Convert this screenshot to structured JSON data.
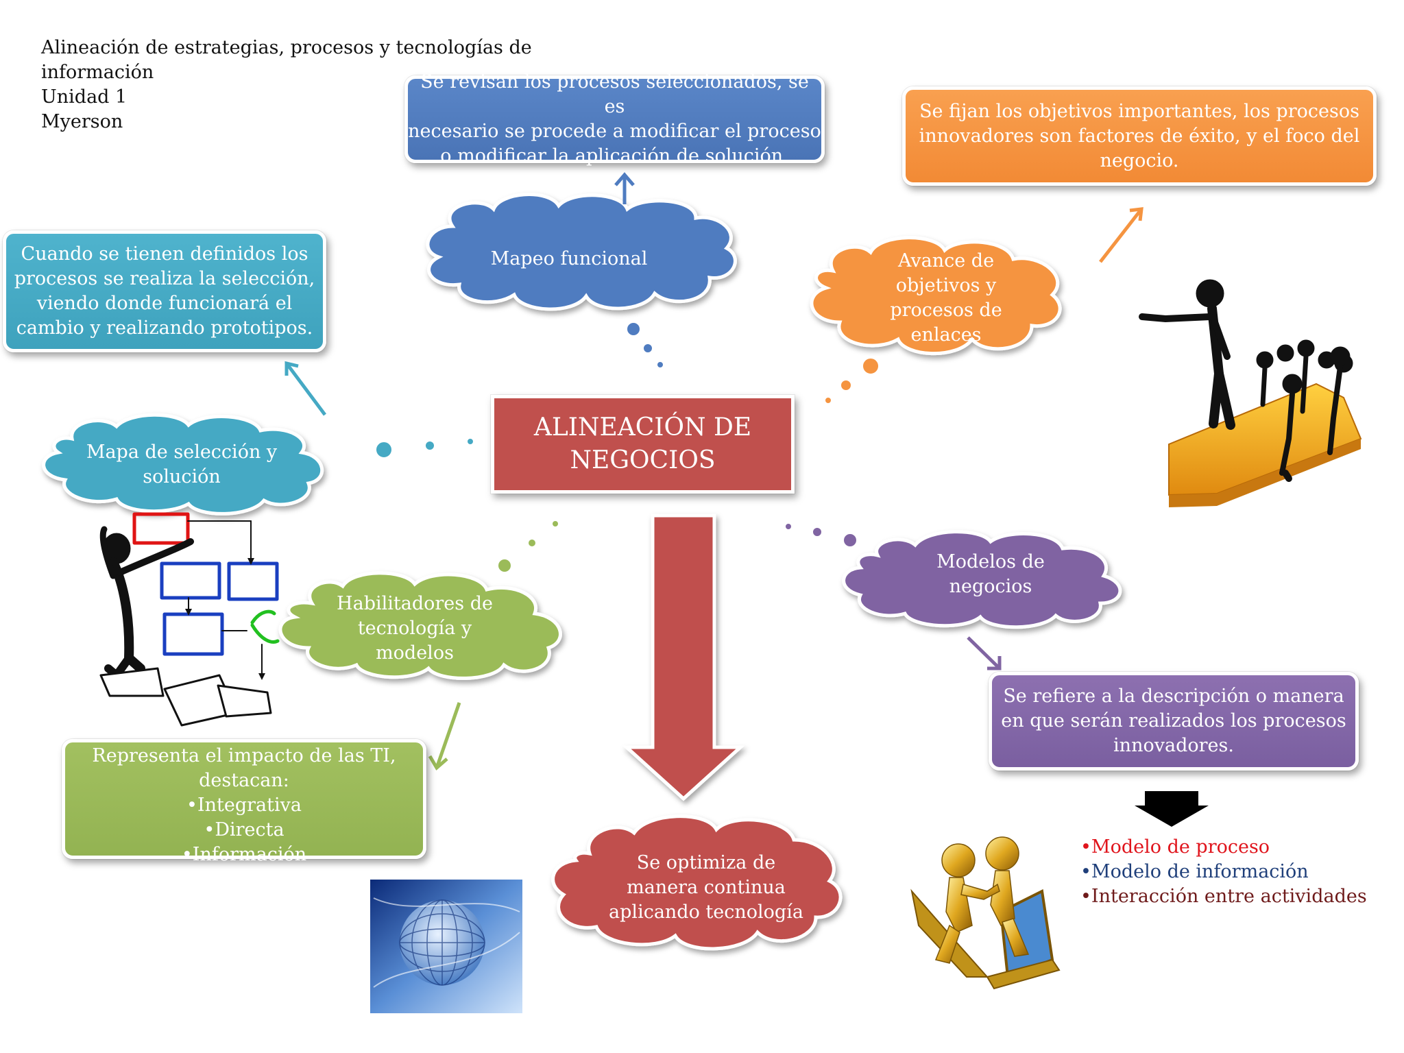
{
  "header": {
    "line1": "Alineación de estrategias, procesos y tecnologías de",
    "line2": "información",
    "line3": "Unidad 1",
    "line4": "Myerson"
  },
  "center": {
    "line1": "ALINEACIÓN DE",
    "line2": "NEGOCIOS"
  },
  "mapeo": {
    "cloud": "Mapeo funcional",
    "box_lines": [
      "Se revisan los procesos seleccionados, se es",
      "necesario se procede a modificar el proceso",
      "o modificar la aplicación de solución."
    ]
  },
  "avance": {
    "cloud_lines": [
      "Avance de",
      "objetivos y",
      "procesos de",
      "enlaces"
    ],
    "box_lines": [
      "Se fijan los objetivos importantes, los procesos",
      "innovadores son factores de éxito, y el foco del",
      "negocio."
    ]
  },
  "mapa": {
    "cloud_lines": [
      "Mapa de selección y",
      "solución"
    ],
    "box_lines": [
      "Cuando se tienen definidos los",
      "procesos se realiza la selección,",
      "viendo donde funcionará el",
      "cambio y realizando prototipos."
    ]
  },
  "habilitadores": {
    "cloud_lines": [
      "Habilitadores de",
      "tecnología y",
      "modelos"
    ],
    "box_lines": [
      "Representa el impacto de las TI,",
      "destacan:",
      "•Integrativa",
      "•Directa",
      "•Información"
    ]
  },
  "modelos": {
    "cloud_lines": [
      "Modelos de",
      "negocios"
    ],
    "box_lines": [
      "Se refiere a la descripción o manera",
      "en que serán realizados los procesos",
      "innovadores."
    ],
    "list": [
      {
        "text": "•Modelo de proceso",
        "color": "#e0141c"
      },
      {
        "text": "•Modelo de información",
        "color": "#1f3f7a"
      },
      {
        "text": "•Interacción entre actividades",
        "color": "#6e1a1a"
      }
    ]
  },
  "optimiza": {
    "cloud_lines": [
      "Se optimiza de",
      "manera continua",
      "aplicando tecnología"
    ]
  },
  "colors": {
    "blue": "#4f7cc0",
    "orange": "#f59440",
    "teal": "#45a9c4",
    "red": "#c0504d",
    "green": "#9bbb59",
    "purple": "#8064a2"
  }
}
